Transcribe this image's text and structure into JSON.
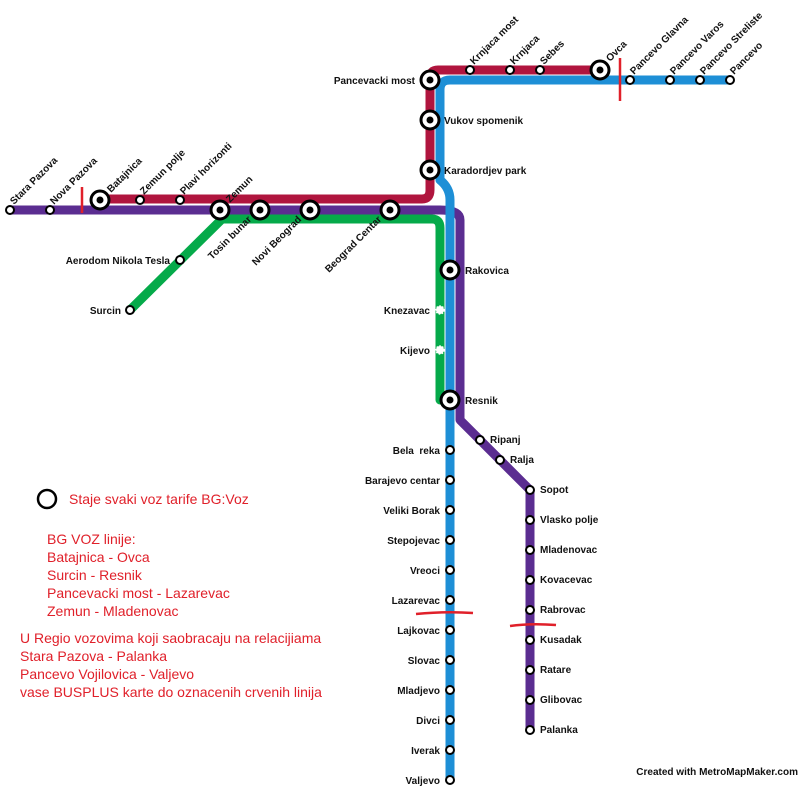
{
  "colors": {
    "red_line": "#b0153e",
    "purple_line": "#5b2d91",
    "blue_line": "#1e8fd6",
    "green_line": "#05aa4a",
    "zone_marker": "#e0202a",
    "text": "#111111",
    "legend_text": "#e0202a"
  },
  "stations": {
    "stara_pazova": "Stara Pazova",
    "nova_pazova": "Nova Pazova",
    "batajnica": "Batajnica",
    "zemun_polje": "Zemun polje",
    "plavi_horizonti": "Plavi horizonti",
    "zemun": "Zemun",
    "tosin_bunar": "Tosin bunar",
    "novi_beograd": "Novi Beograd",
    "beograd_centar": "Beograd Centar",
    "aerodrom": "Aerodom Nikola Tesla",
    "surcin": "Surcin",
    "pancevacki_most": "Pancevacki most",
    "vukov_spomenik": "Vukov spomenik",
    "karadjordjev_park": "Karadordjev park",
    "krnjaca_most": "Krnjaca most",
    "krnjaca": "Krnjaca",
    "sebes": "Sebes",
    "ovca": "Ovca",
    "pancevo_glavna": "Pancevo Glavna",
    "pancevo_varos": "Pancevo Varos",
    "pancevo_streliste": "Pancevo Streliste",
    "pancevo": "Pancevo",
    "rakovica": "Rakovica",
    "knezevac": "Knezavac",
    "kijevo": "Kijevo",
    "resnik": "Resnik",
    "bela_reka": "Bela  reka",
    "barajevo_centar": "Barajevo centar",
    "veliki_borak": "Veliki Borak",
    "stepojevac": "Stepojevac",
    "vreoci": "Vreoci",
    "lazarevac": "Lazarevac",
    "lajkovac": "Lajkovac",
    "slovac": "Slovac",
    "mladjevo": "Mladjevo",
    "divci": "Divci",
    "iverak": "Iverak",
    "valjevo": "Valjevo",
    "ripanj": "Ripanj",
    "ralja": "Ralja",
    "sopot": "Sopot",
    "vlasko_polje": "Vlasko polje",
    "mladenovac": "Mladenovac",
    "kovacevac": "Kovacevac",
    "rabrovac": "Rabrovac",
    "kusadak": "Kusadak",
    "ratare": "Ratare",
    "glibovac": "Glibovac",
    "palanka": "Palanka"
  },
  "legend": {
    "interchange_note": "Staje svaki voz tarife BG:Voz",
    "lines_title": "BG VOZ linije:",
    "lines": [
      "Batajnica - Ovca",
      "Surcin - Resnik",
      "Pancevacki most - Lazarevac",
      "Zemun - Mladenovac"
    ],
    "regio_note": [
      "U Regio vozovima koji saobracaju na relacijiama",
      "Stara Pazova - Palanka",
      "Pancevo Vojilovica - Valjevo",
      "vase BUSPLUS karte do oznacenih crvenih linija"
    ]
  },
  "credit": "Created with MetroMapMaker.com"
}
